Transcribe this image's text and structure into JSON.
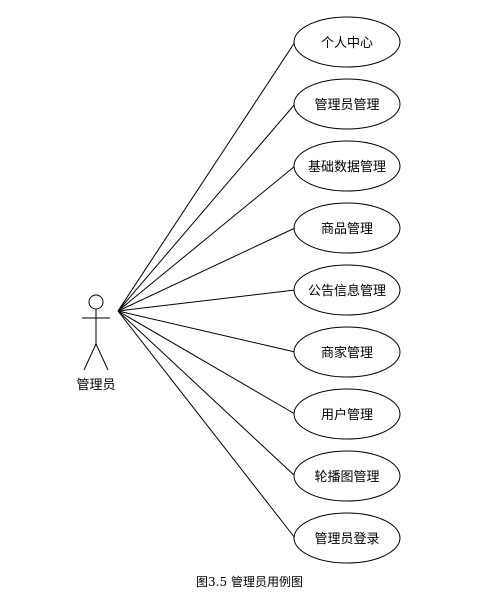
{
  "diagram": {
    "actor": {
      "label": "管理员"
    },
    "use_cases": [
      {
        "label": "个人中心"
      },
      {
        "label": "管理员管理"
      },
      {
        "label": "基础数据管理"
      },
      {
        "label": "商品管理"
      },
      {
        "label": "公告信息管理"
      },
      {
        "label": "商家管理"
      },
      {
        "label": "用户管理"
      },
      {
        "label": "轮播图管理"
      },
      {
        "label": "管理员登录"
      }
    ],
    "caption": "图3.5  管理员用例图"
  }
}
